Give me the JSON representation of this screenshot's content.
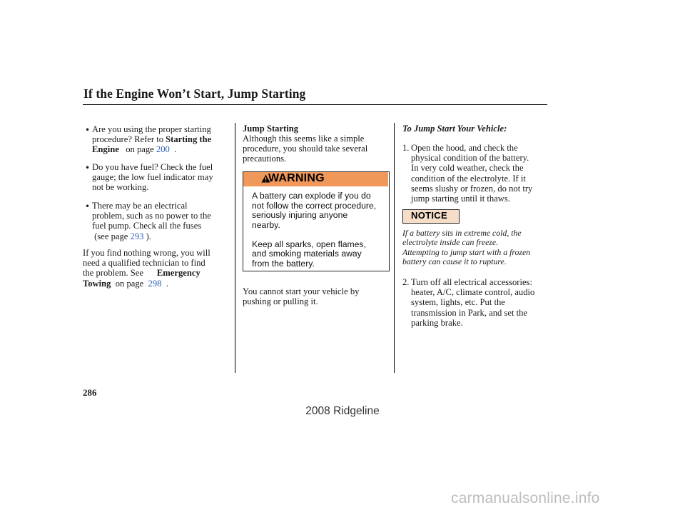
{
  "header": {
    "title": "If the Engine Won’t Start, Jump Starting"
  },
  "left_col": {
    "bullet_char": "•",
    "b1_l1": "Are you using the proper starting",
    "b1_l2a": "procedure? Refer to ",
    "b1_l2b": "Starting the",
    "b1_l3a": "Engine",
    "b1_l3b": "on page",
    "b1_link": "200",
    "b1_l3c": ".",
    "b2_l1": "Do you have fuel? Check the fuel",
    "b2_l2": "gauge; the low fuel indicator may",
    "b2_l3": "not be working.",
    "b3_l1": "There may be an electrical",
    "b3_l2": "problem, such as no power to the",
    "b3_l3": "fuel pump. Check all the fuses",
    "b3_l4a": "(see page",
    "b3_link": "293",
    "b3_l4b": ").",
    "p_l1": "If you find nothing wrong, you will",
    "p_l2": "need a qualified technician to find",
    "p_l3a": "the problem. See ",
    "p_l3b": "Emergency",
    "p_l4a": "Towing",
    "p_l4b": "on page",
    "p_link": "298",
    "p_l4c": "."
  },
  "mid_col": {
    "heading": "Jump Starting",
    "intro_l1": "Although this seems like a simple",
    "intro_l2": "procedure, you should take several",
    "intro_l3": "precautions.",
    "warning": {
      "label": "WARNING",
      "icon": "warning-triangle-icon",
      "l1": "A battery can explode if you do",
      "l2": "not follow the correct procedure,",
      "l3": "seriously injuring anyone",
      "l4": "nearby.",
      "l5": "Keep all sparks, open flames,",
      "l6": "and smoking materials away",
      "l7": "from the battery."
    },
    "outro_l1": "You cannot start your vehicle by",
    "outro_l2": "pushing or pulling it."
  },
  "right_col": {
    "heading": "To Jump Start Your Vehicle:",
    "s1_num": "1.",
    "s1_l1": "Open the hood, and check the",
    "s1_l2": "physical condition of the battery.",
    "s1_l3": "In very cold weather, check the",
    "s1_l4": "condition of the electrolyte. If it",
    "s1_l5": "seems slushy or frozen, do not try",
    "s1_l6": "jump starting until it thaws.",
    "notice_label": "NOTICE",
    "n_l1": "If a battery sits in extreme cold, the",
    "n_l2": "electrolyte inside can freeze.",
    "n_l3": "Attempting to jump start with a frozen",
    "n_l4": "battery can cause it to rupture.",
    "s2_num": "2.",
    "s2_l1": "Turn off all electrical accessories:",
    "s2_l2": "heater, A/C, climate control, audio",
    "s2_l3": "system, lights, etc. Put the",
    "s2_l4": "transmission in Park, and set the",
    "s2_l5": "parking brake."
  },
  "page_number": "286",
  "footer": "2008  Ridgeline",
  "watermark": "carmanualsonline.info",
  "colors": {
    "link": "#2f5db8",
    "warning_header": "#f0985a",
    "notice_fill": "#f6ddc7"
  }
}
